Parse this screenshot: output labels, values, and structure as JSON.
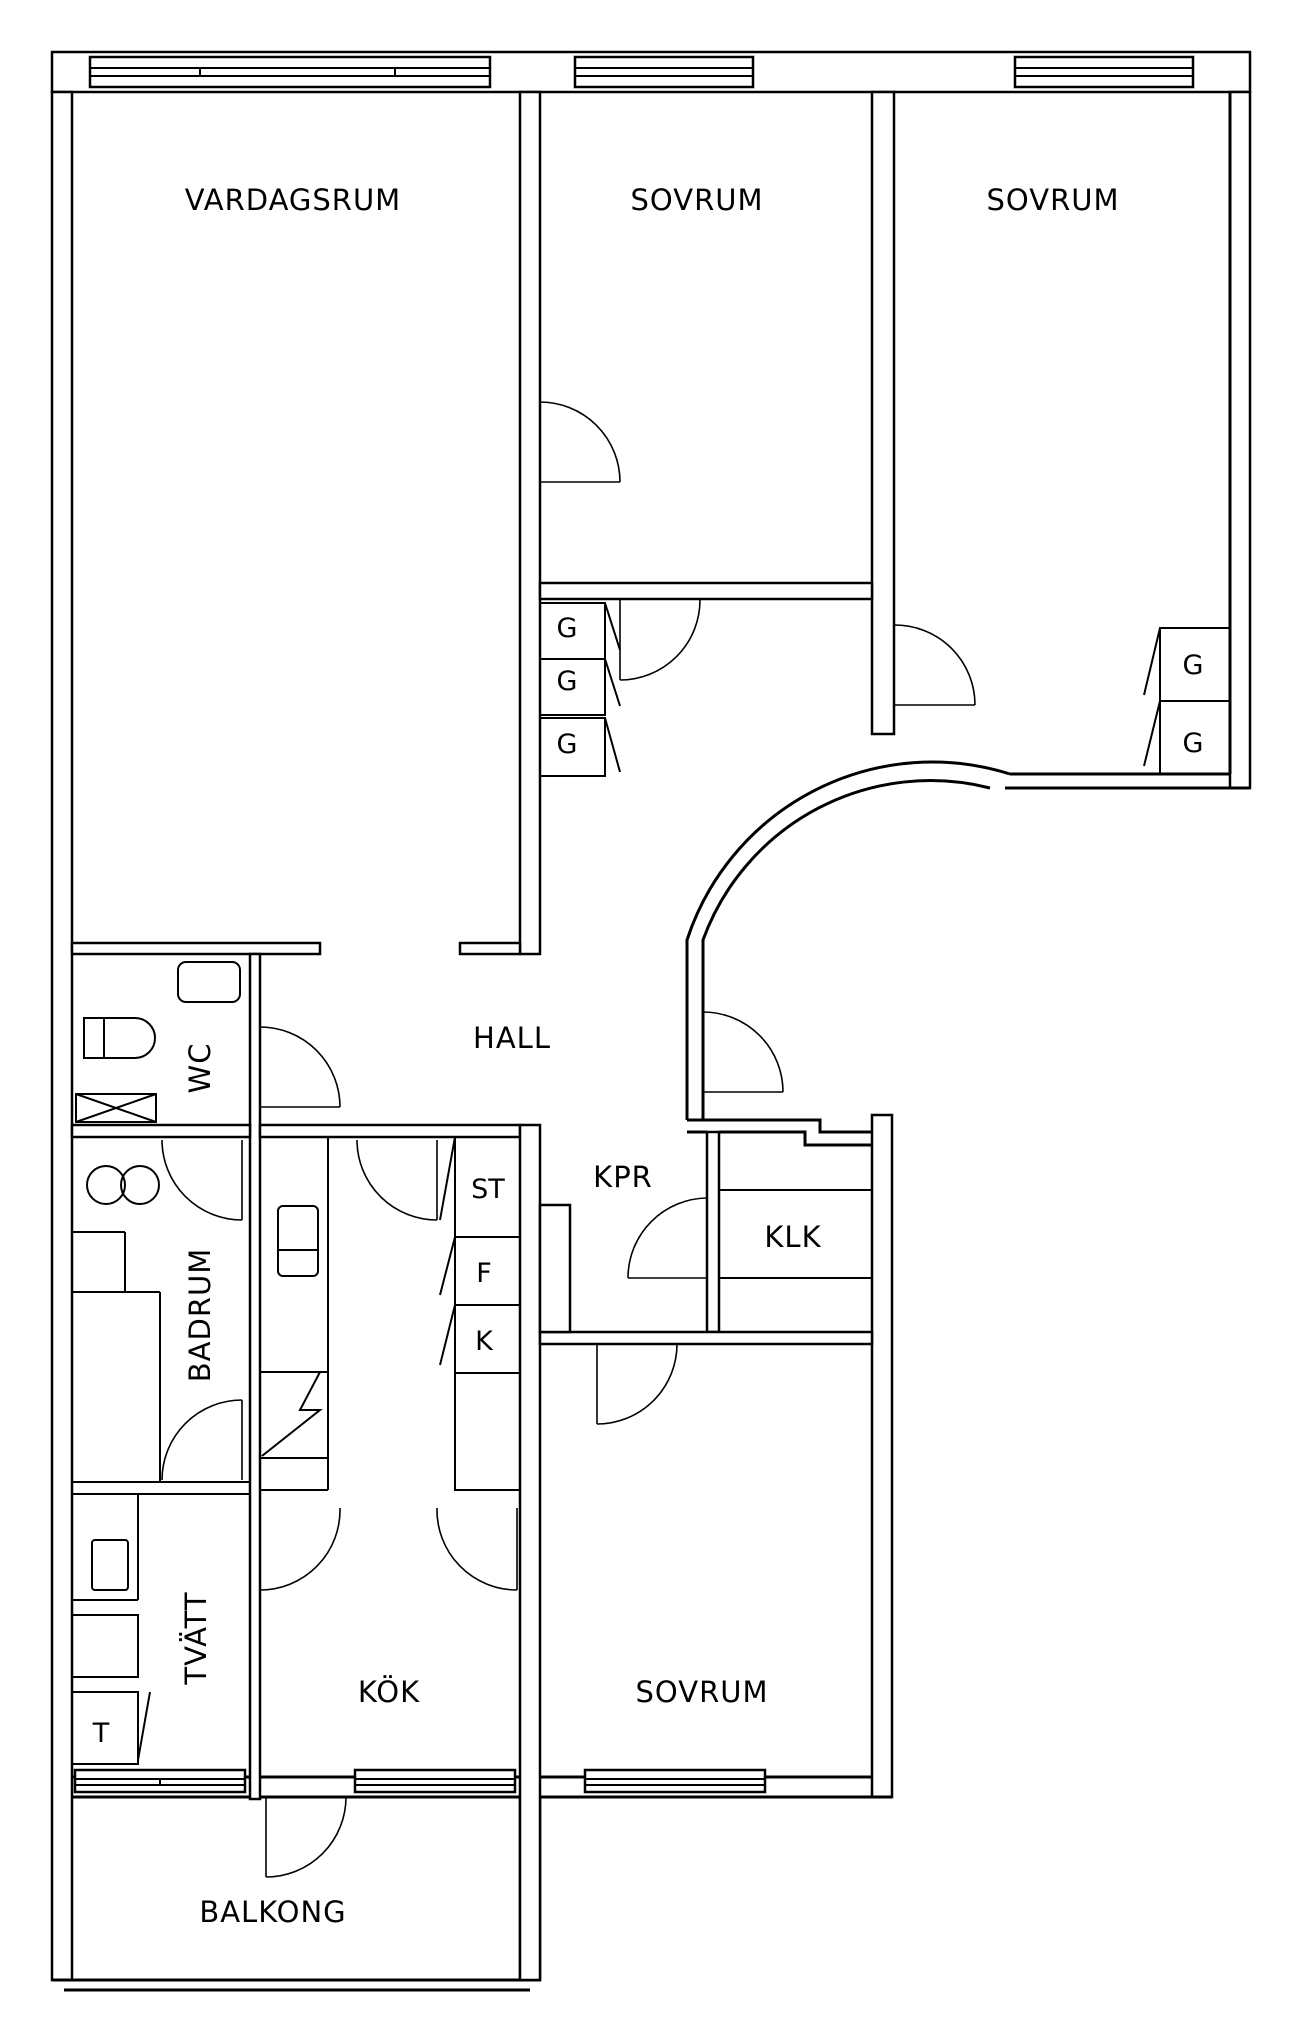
{
  "rooms": {
    "vardagsrum": "VARDAGSRUM",
    "sovrum_1": "SOVRUM",
    "sovrum_2": "SOVRUM",
    "sovrum_3": "SOVRUM",
    "hall": "HALL",
    "wc": "WC",
    "badrum": "BADRUM",
    "tvatt": "TVÄTT",
    "kok": "KÖK",
    "kpr": "KPR",
    "klk": "KLK",
    "balkong": "BALKONG"
  },
  "fixtures": {
    "wardrobe": "G",
    "stad": "ST",
    "frys": "F",
    "kyl": "K",
    "torktumlare": "T"
  }
}
